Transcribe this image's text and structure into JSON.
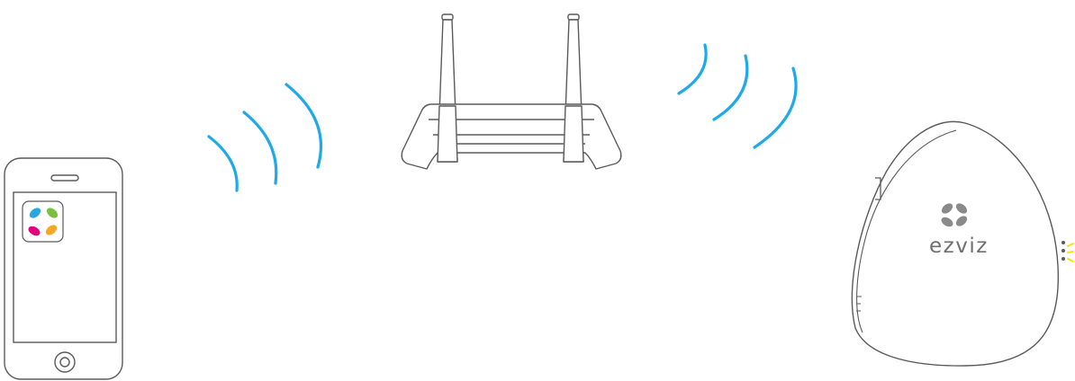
{
  "diagram": {
    "nodes": [
      {
        "id": "phone",
        "kind": "smartphone",
        "app_icon": "ezviz-app-icon",
        "home_button_icon": "circle-home-icon"
      },
      {
        "id": "router",
        "kind": "wifi-router",
        "antennas": 2
      },
      {
        "id": "hub",
        "kind": "ezviz-hub",
        "brand_text": "ezviz",
        "logo_icon": "ezviz-flower-logo-icon",
        "status_led_color": "#f6e01c"
      }
    ],
    "connections": [
      {
        "from": "phone",
        "to": "router",
        "type": "wireless",
        "waves": 3
      },
      {
        "from": "router",
        "to": "hub",
        "type": "wireless",
        "waves": 3
      }
    ]
  },
  "colors": {
    "wave": "#1ea9e8",
    "outline": "#5a5a5a",
    "logo_gray": "#8a8a8a",
    "led_yellow": "#f6e01c",
    "app_blue": "#2aa7e0",
    "app_green": "#7ac143",
    "app_magenta": "#e6007e",
    "app_orange": "#f7a823"
  }
}
